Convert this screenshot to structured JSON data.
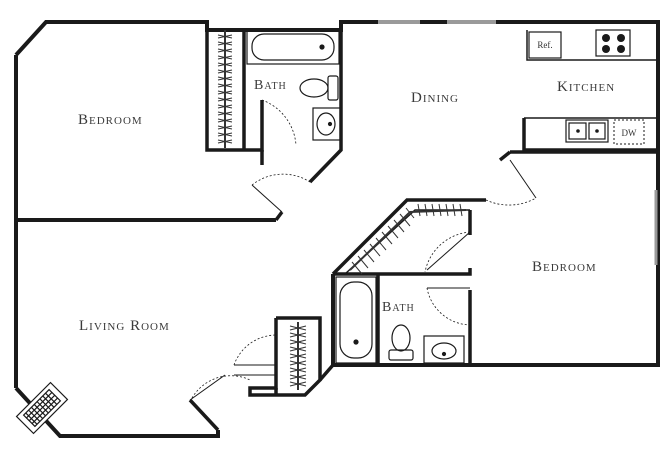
{
  "rooms": {
    "bedroom_1": "Bedroom",
    "bath_1": "Bath",
    "dining": "Dining",
    "kitchen": "Kitchen",
    "bedroom_2": "Bedroom",
    "bath_2": "Bath",
    "living_room": "Living Room"
  },
  "fixtures": {
    "refrigerator": "Ref.",
    "dishwasher": "DW"
  },
  "colors": {
    "wall": "#1a1a1a",
    "window": "#9a9a9a",
    "closet_rod": "#333333",
    "background": "#ffffff"
  }
}
